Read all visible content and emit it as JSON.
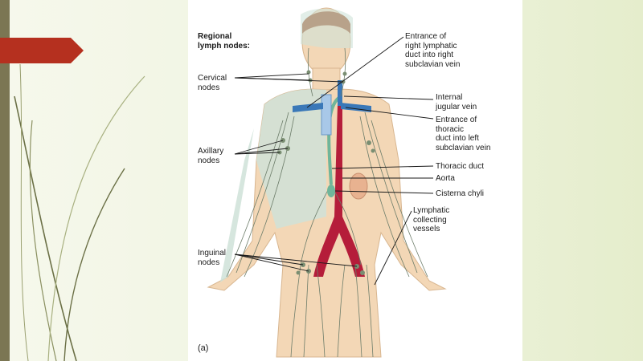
{
  "slide": {
    "colors": {
      "background": "#eef3de",
      "left_bar": "#7b7653",
      "arrow_tab": "#b5301f",
      "swoosh": "#6b7046"
    }
  },
  "figure": {
    "heading": "Regional\nlymph nodes:",
    "left_labels": {
      "cervical": "Cervical\nnodes",
      "axillary": "Axillary\nnodes",
      "inguinal": "Inguinal\nnodes"
    },
    "right_labels": {
      "right_lymphatic": "Entrance of\nright lymphatic\nduct into right\nsubclavian vein",
      "internal_jugular": "Internal\njugular vein",
      "thoracic_entrance": "Entrance of\nthoracic\nduct into left\nsubclavian vein",
      "thoracic_duct": "Thoracic duct",
      "aorta": "Aorta",
      "cisterna": "Cisterna chyli",
      "lymphatic_vessels": "Lymphatic\ncollecting\nvessels"
    },
    "panel_letter": "(a)",
    "colors": {
      "skin": "#f3d7b6",
      "right_drainage_region": "#cfe2d8",
      "vein": "#3a78b8",
      "aorta": "#b51d3a",
      "lymph_vessel": "#6d7d6a",
      "thoracic_duct": "#6fb59a"
    }
  }
}
